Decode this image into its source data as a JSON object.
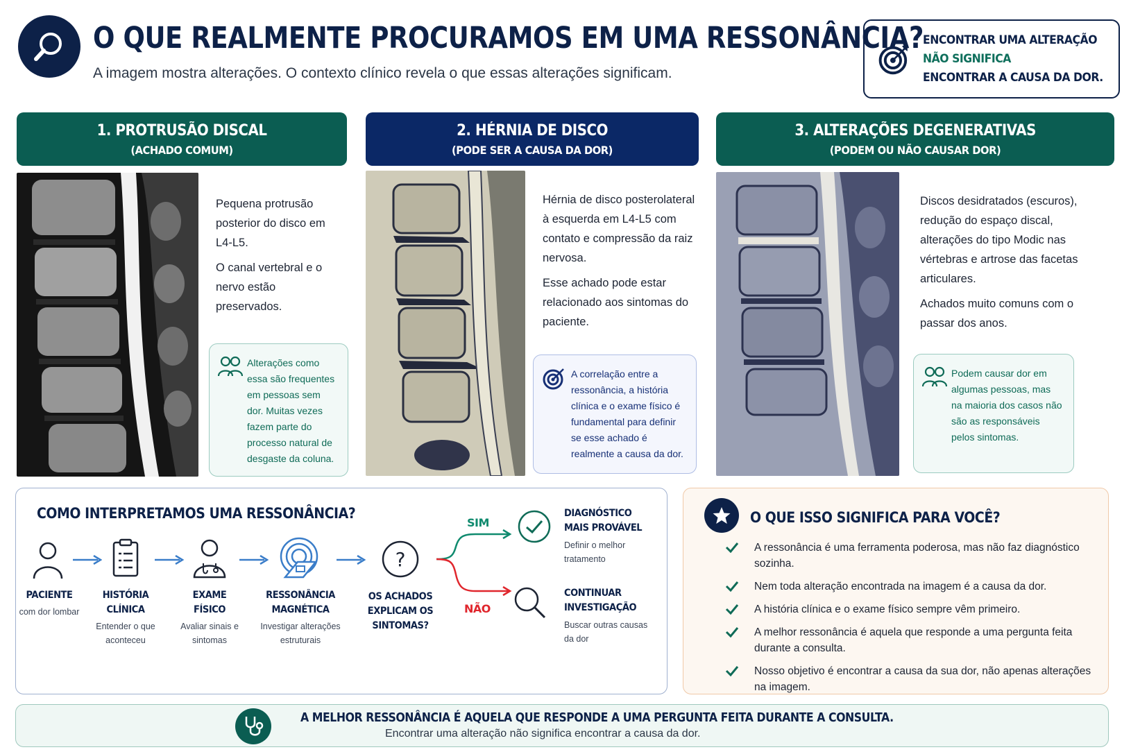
{
  "header": {
    "title": "O QUE REALMENTE PROCURAMOS EM UMA RESSONÂNCIA?",
    "subtitle": "A imagem mostra alterações. O contexto clínico revela o que essas alterações significam.",
    "callout": {
      "line1": "ENCONTRAR UMA ALTERAÇÃO",
      "line2": "NÃO SIGNIFICA",
      "line3": "ENCONTRAR A CAUSA DA DOR.",
      "icon": "target-icon"
    }
  },
  "cards": [
    {
      "title": "1. PROTRUSÃO DISCAL",
      "subtitle": "(ACHADO COMUM)",
      "description": [
        "Pequena protrusão posterior do disco em L4-L5.",
        "O canal vertebral e o nervo estão preservados."
      ],
      "note": "Alterações como essa são frequentes em pessoas sem dor. Muitas vezes fazem parte do processo natural de desgaste da coluna.",
      "note_icon": "people-icon",
      "color": "#0b5d52"
    },
    {
      "title": "2. HÉRNIA DE DISCO",
      "subtitle": "(PODE SER A CAUSA DA DOR)",
      "description": [
        "Hérnia de disco posterolateral à esquerda em L4-L5 com contato e compressão da raiz nervosa.",
        "Esse achado pode estar relacionado aos sintomas do paciente."
      ],
      "note": "A correlação entre a ressonância, a história clínica e o exame físico é fundamental para definir se esse achado é realmente a causa da dor.",
      "note_icon": "target-icon",
      "color": "#0b2866"
    },
    {
      "title": "3. ALTERAÇÕES DEGENERATIVAS",
      "subtitle": "(PODEM OU NÃO CAUSAR DOR)",
      "description": [
        "Discos desidratados (escuros), redução do espaço discal, alterações do tipo Modic nas vértebras e artrose das facetas articulares.",
        "Achados muito comuns com o passar dos anos."
      ],
      "note": "Podem causar dor em algumas pessoas, mas na maioria dos casos não são as responsáveis pelos sintomas.",
      "note_icon": "people-icon",
      "color": "#0b5d52"
    }
  ],
  "flow": {
    "title": "COMO INTERPRETAMOS UMA RESSONÂNCIA?",
    "steps": [
      {
        "label1": "PACIENTE",
        "label2": "",
        "sub": "com dor lombar",
        "icon": "person-icon"
      },
      {
        "label1": "HISTÓRIA",
        "label2": "CLÍNICA",
        "sub": "Entender o que aconteceu",
        "icon": "clipboard-icon"
      },
      {
        "label1": "EXAME",
        "label2": "FÍSICO",
        "sub": "Avaliar sinais e sintomas",
        "icon": "doctor-icon"
      },
      {
        "label1": "RESSONÂNCIA",
        "label2": "MAGNÉTICA",
        "sub": "Investigar alterações estruturais",
        "icon": "mri-scanner-icon"
      },
      {
        "label1": "OS ACHADOS",
        "label2": "EXPLICAM OS",
        "label3": "SINTOMAS?",
        "icon": "question-icon"
      }
    ],
    "yes_label": "SIM",
    "no_label": "NÃO",
    "yes_outcome": {
      "label1": "DIAGNÓSTICO",
      "label2": "MAIS PROVÁVEL",
      "sub": "Definir o melhor tratamento",
      "icon": "check-circle-icon"
    },
    "no_outcome": {
      "label1": "CONTINUAR",
      "label2": "INVESTIGAÇÃO",
      "sub": "Buscar outras causas da dor",
      "icon": "magnifier-icon"
    }
  },
  "meaning": {
    "title": "O QUE ISSO SIGNIFICA PARA VOCÊ?",
    "items": [
      "A ressonância é uma ferramenta poderosa, mas não faz diagnóstico sozinha.",
      "Nem toda alteração encontrada na imagem é a causa da dor.",
      "A história clínica e o exame físico sempre vêm primeiro.",
      "A melhor ressonância é aquela que responde a uma pergunta feita durante a consulta.",
      "Nosso objetivo é encontrar a causa da sua dor, não apenas alterações na imagem."
    ]
  },
  "footer": {
    "main": "A MELHOR RESSONÂNCIA É AQUELA QUE RESPONDE A UMA PERGUNTA FEITA DURANTE A CONSULTA.",
    "sub": "Encontrar uma alteração não significa encontrar a causa da dor."
  },
  "colors": {
    "navy": "#0d2148",
    "teal": "#0b5d52",
    "yes": "#0f8a6e",
    "no": "#e0262d"
  }
}
